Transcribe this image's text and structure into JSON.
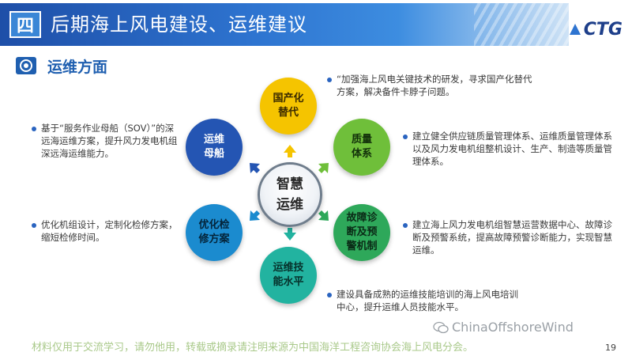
{
  "header": {
    "section_number": "四",
    "title": "后期海上风电建设、运维建议",
    "logo_text": "CTG"
  },
  "subheader": {
    "title": "运维方面"
  },
  "center": {
    "line1": "智慧",
    "line2": "运维"
  },
  "nodes": [
    {
      "label": "国产化\n替代",
      "color": "#f5c400"
    },
    {
      "label": "质量\n体系",
      "color": "#6fbf3a"
    },
    {
      "label": "故障诊\n断及预\n警机制",
      "color": "#2ea85a"
    },
    {
      "label": "运维技\n能水平",
      "color": "#22b3a0"
    },
    {
      "label": "优化检\n修方案",
      "color": "#1b8bcf"
    },
    {
      "label": "运维\n母船",
      "color": "#2455b3"
    }
  ],
  "bullets": [
    "“加强海上风电关键技术的研发，寻求国产化替代方案，解决备件卡脖子问题。",
    "建立健全供应链质量管理体系、运维质量管理体系以及风力发电机组整机设计、生产、制造等质量管理体系。",
    "建立海上风力发电机组智慧运营数据中心、故障诊断及预警系统，提高故障预警诊断能力，实现智慧运维。",
    "建设具备成熟的运维技能培训的海上风电培训中心，提升运维人员技能水平。",
    "优化机组设计，定制化检修方案，缩短检修时间。",
    "基于“服务作业母船（SOV）”的深远海运维方案，提升风力发电机组深远海运维能力。"
  ],
  "footer": {
    "note": "材料仅用于交流学习，请勿他用，转载或摘录请注明来源为中国海洋工程咨询协会海上风电分会。",
    "page_number": "19",
    "watermark": "ChinaOffshoreWind"
  }
}
